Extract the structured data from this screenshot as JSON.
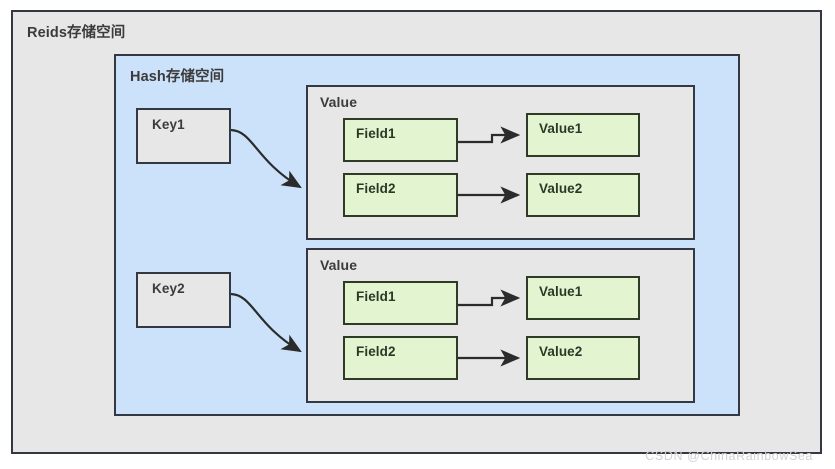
{
  "diagram": {
    "title": "Reids存储空间",
    "hash_title": "Hash存储空间",
    "watermark": "CSDN @ChinaRainbowSea",
    "colors": {
      "outer_fill": "#e7e7e7",
      "hash_fill": "#cce2fb",
      "value_fill": "#e7e7e7",
      "green_fill": "#e2f5d0",
      "border": "#333843",
      "green_border": "#2f3a27",
      "arrow": "#2b2b2b",
      "watermark": "#d2d2d2"
    },
    "entries": [
      {
        "key": "Key1",
        "value_title": "Value",
        "pairs": [
          {
            "field": "Field1",
            "value": "Value1"
          },
          {
            "field": "Field2",
            "value": "Value2"
          }
        ]
      },
      {
        "key": "Key2",
        "value_title": "Value",
        "pairs": [
          {
            "field": "Field1",
            "value": "Value1"
          },
          {
            "field": "Field2",
            "value": "Value2"
          }
        ]
      }
    ]
  }
}
